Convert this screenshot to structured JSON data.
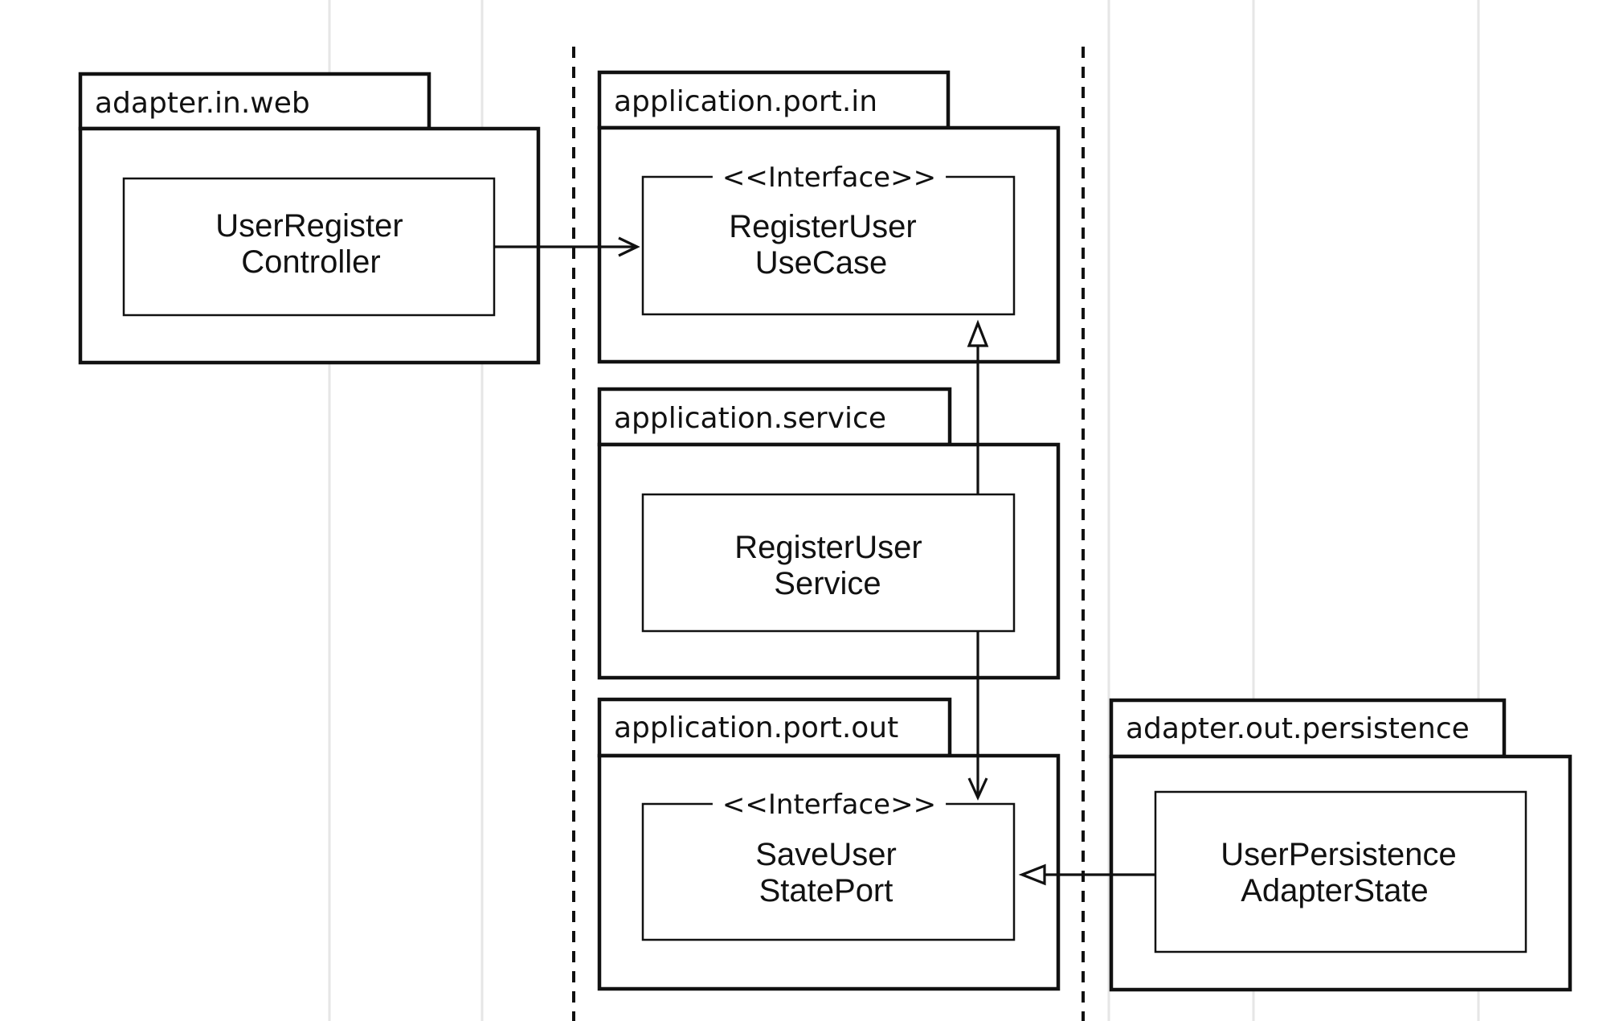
{
  "packages": {
    "adapter_in_web": {
      "name": "adapter.in.web"
    },
    "application_port_in": {
      "name": "application.port.in"
    },
    "application_service": {
      "name": "application.service"
    },
    "application_port_out": {
      "name": "application.port.out"
    },
    "adapter_out_persistence": {
      "name": "adapter.out.persistence"
    }
  },
  "classes": {
    "user_register_controller": {
      "line1": "UserRegister",
      "line2": "Controller"
    },
    "register_user_use_case": {
      "stereotype": "<<Interface>>",
      "line1": "RegisterUser",
      "line2": "UseCase"
    },
    "register_user_service": {
      "line1": "RegisterUser",
      "line2": "Service"
    },
    "save_user_state_port": {
      "stereotype": "<<Interface>>",
      "line1": "SaveUser",
      "line2": "StatePort"
    },
    "user_persistence_adapter_state": {
      "line1": "UserPersistence",
      "line2": "AdapterState"
    }
  },
  "relations": [
    {
      "from": "UserRegisterController",
      "to": "RegisterUserUseCase",
      "kind": "dependency"
    },
    {
      "from": "RegisterUserService",
      "to": "RegisterUserUseCase",
      "kind": "realization"
    },
    {
      "from": "RegisterUserService",
      "to": "SaveUserStatePort",
      "kind": "dependency"
    },
    {
      "from": "UserPersistenceAdapterState",
      "to": "SaveUserStatePort",
      "kind": "realization"
    }
  ],
  "colors": {
    "ink": "#111111",
    "background": "#ffffff"
  }
}
